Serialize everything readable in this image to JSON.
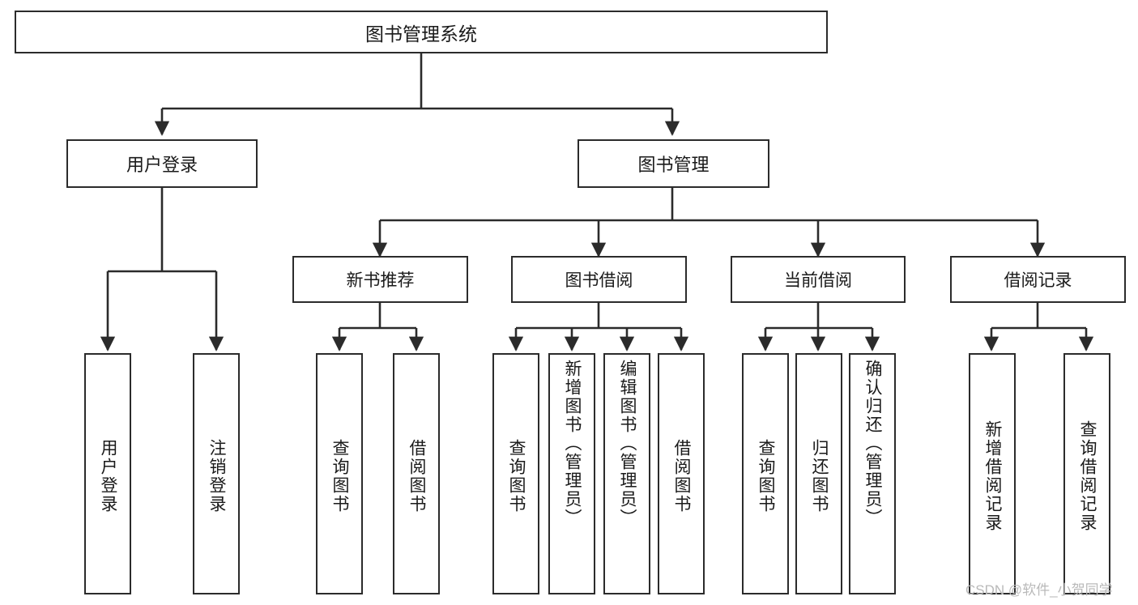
{
  "diagram": {
    "title": "图书管理系统",
    "type": "tree-hierarchy-flowchart",
    "root": {
      "id": "root",
      "label": "图书管理系统"
    },
    "level1": [
      {
        "id": "user-login",
        "label": "用户登录"
      },
      {
        "id": "book-manage",
        "label": "图书管理"
      }
    ],
    "level2": [
      {
        "id": "new-book-rec",
        "label": "新书推荐",
        "parent": "book-manage"
      },
      {
        "id": "book-borrow",
        "label": "图书借阅",
        "parent": "book-manage"
      },
      {
        "id": "current-borrow",
        "label": "当前借阅",
        "parent": "book-manage"
      },
      {
        "id": "borrow-record",
        "label": "借阅记录",
        "parent": "book-manage"
      }
    ],
    "leaves": [
      {
        "id": "leaf-user-login",
        "label": "用户登录",
        "parent": "user-login"
      },
      {
        "id": "leaf-logout",
        "label": "注销登录",
        "parent": "user-login"
      },
      {
        "id": "leaf-query-book-1",
        "label": "查询图书",
        "parent": "new-book-rec"
      },
      {
        "id": "leaf-borrow-book-1",
        "label": "借阅图书",
        "parent": "new-book-rec"
      },
      {
        "id": "leaf-query-book-2",
        "label": "查询图书",
        "parent": "book-borrow"
      },
      {
        "id": "leaf-add-book",
        "label": "新增图书（管理员）",
        "parent": "book-borrow"
      },
      {
        "id": "leaf-edit-book",
        "label": "编辑图书（管理员）",
        "parent": "book-borrow"
      },
      {
        "id": "leaf-borrow-book-2",
        "label": "借阅图书",
        "parent": "book-borrow"
      },
      {
        "id": "leaf-query-book-3",
        "label": "查询图书",
        "parent": "current-borrow"
      },
      {
        "id": "leaf-return-book",
        "label": "归还图书",
        "parent": "current-borrow"
      },
      {
        "id": "leaf-confirm-return",
        "label": "确认归还（管理员）",
        "parent": "current-borrow"
      },
      {
        "id": "leaf-add-record",
        "label": "新增借阅记录",
        "parent": "borrow-record"
      },
      {
        "id": "leaf-query-record",
        "label": "查询借阅记录",
        "parent": "borrow-record"
      }
    ],
    "watermark": "CSDN @软件_小贺同学",
    "colors": {
      "stroke": "#2b2b2b",
      "fill": "#ffffff",
      "text": "#1a1a1a",
      "watermark": "#b9b9b9"
    }
  }
}
